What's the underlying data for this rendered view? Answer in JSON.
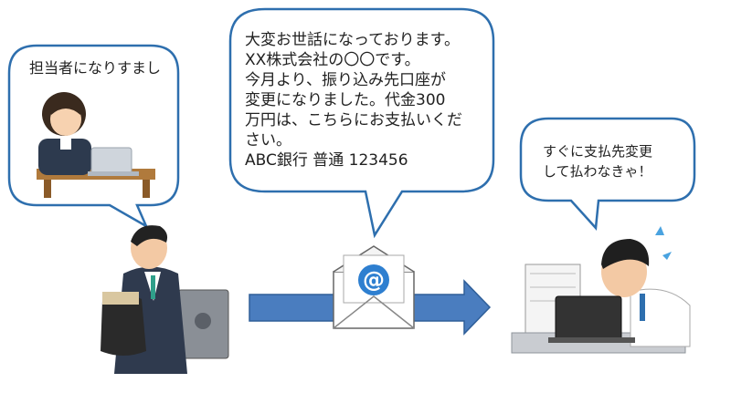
{
  "impersonator_bubble": {
    "text": "担当者になりすまし"
  },
  "email_bubble": {
    "lines": [
      "大変お世話になっております。",
      "XX株式会社の〇〇です。",
      "今月より、振り込み先口座が",
      "変更になりました。代金300",
      "万円は、こちらにお支払いくだ",
      "さい。",
      "ABC銀行 普通 123456"
    ]
  },
  "victim_bubble": {
    "lines": [
      "すぐに支払先変更",
      "して払わなきゃ！"
    ]
  },
  "envelope": {
    "symbol": "@"
  },
  "colors": {
    "bubble_border": "#2e6fae",
    "arrow": "#4a7dbf",
    "arrow_border": "#2f5f99"
  }
}
